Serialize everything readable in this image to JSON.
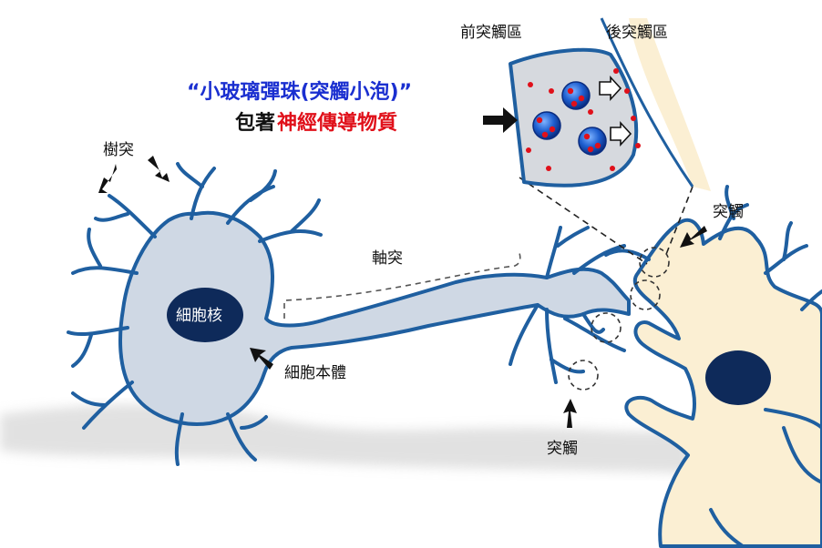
{
  "labels": {
    "presynaptic": "前突觸區",
    "postsynaptic": "後突觸區",
    "vesicle_line": "“小玻璃彈珠(突觸小泡)”",
    "wrap_prefix": "包著",
    "neurotransmitter": "神經傳導物質",
    "dendrite": "樹突",
    "axon": "軸突",
    "nucleus": "細胞核",
    "cell_body": "細胞本體",
    "synapse_right": "突觸",
    "synapse_bottom": "突觸"
  },
  "colors": {
    "membrane": "#1f5fa0",
    "cytoplasm": "#cfd8e4",
    "nucleus": "#0e2a5a",
    "post_cell": "#fbefd3",
    "vesicle_text": "#1a2fd0",
    "neurotransmitter": "#e0101a",
    "shadow": "#cfcfcf"
  }
}
